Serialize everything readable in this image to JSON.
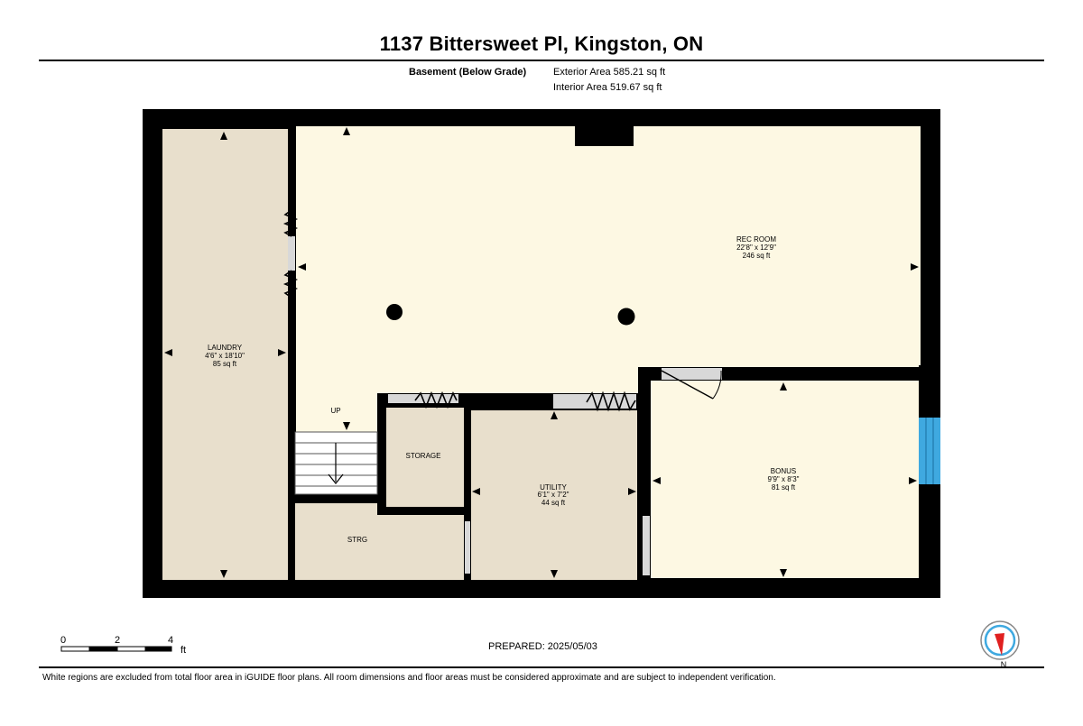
{
  "header": {
    "title": "1137 Bittersweet Pl, Kingston, ON",
    "floor_label": "Basement (Below Grade)",
    "exterior_area": "Exterior Area 585.21 sq ft",
    "interior_area": "Interior Area 519.67 sq ft"
  },
  "rooms": {
    "laundry": {
      "name": "LAUNDRY",
      "dims": "4'6\" x 18'10\"",
      "area": "85 sq ft"
    },
    "rec_room": {
      "name": "REC ROOM",
      "dims": "22'8\" x 12'9\"",
      "area": "246 sq ft"
    },
    "storage": {
      "name": "STORAGE"
    },
    "utility": {
      "name": "UTILITY",
      "dims": "6'1\" x 7'2\"",
      "area": "44 sq ft"
    },
    "bonus": {
      "name": "BONUS",
      "dims": "9'9\" x 8'3\"",
      "area": "81 sq ft"
    },
    "strg": {
      "name": "STRG"
    },
    "stairs_label": "UP"
  },
  "scale": {
    "ticks": [
      "0",
      "2",
      "4"
    ],
    "unit": "ft"
  },
  "compass": {
    "label": "N"
  },
  "footer": {
    "prepared": "PREPARED: 2025/05/03",
    "disclaimer": "White regions are excluded from total floor area in iGUIDE floor plans. All room dimensions and floor areas must be considered approximate and are subject to independent verification."
  },
  "colors": {
    "wall": "#000000",
    "rec_room_fill": "#fdf8e3",
    "service_fill": "#e8dfcc",
    "window": "#3fa9e0",
    "door_gray": "#d8d8d8",
    "compass_red": "#e02020"
  }
}
